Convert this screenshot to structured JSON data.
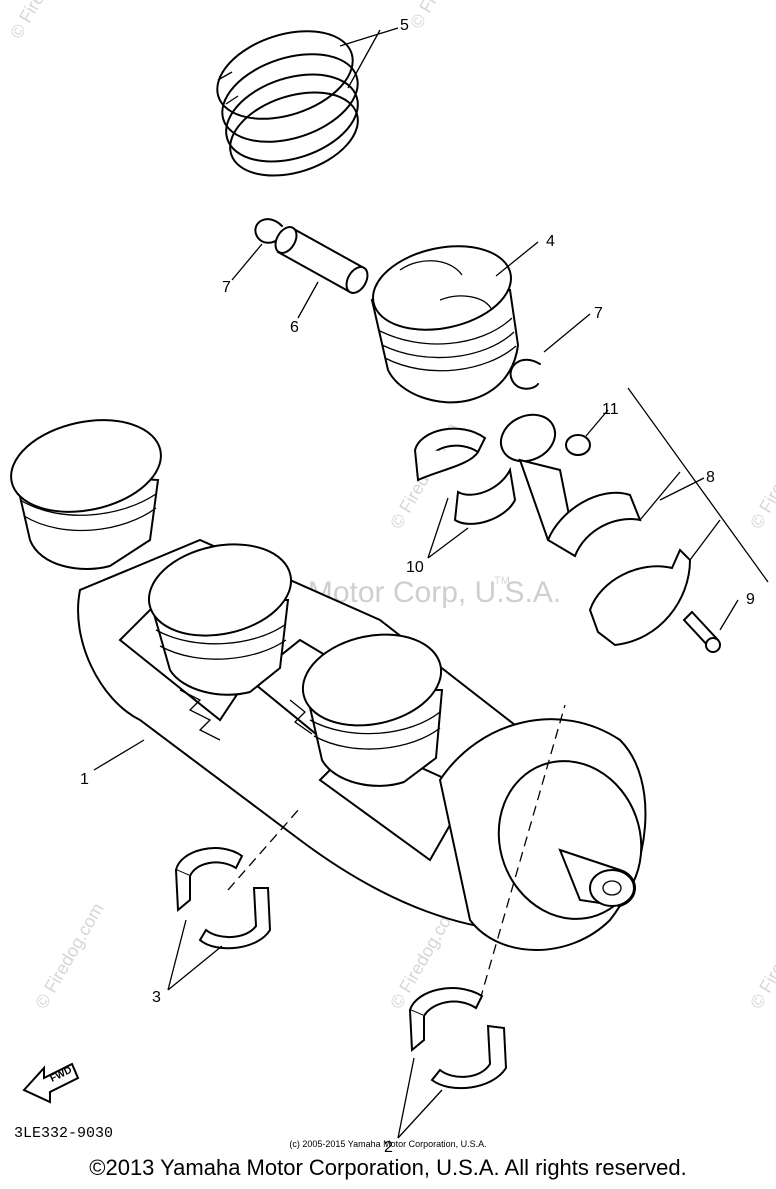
{
  "diagram": {
    "callouts": [
      "1",
      "2",
      "3",
      "4",
      "5",
      "6",
      "7",
      "7",
      "8",
      "9",
      "10",
      "11"
    ],
    "fwd_label": "FWD",
    "part_number": "3LE332-9030"
  },
  "watermark": {
    "site": "© Firedog.com",
    "center": "Yamaha Motor Corp, U.S.A.",
    "tm": "TM"
  },
  "footer": {
    "small_copyright": "(c) 2005-2015 Yamaha Motor Corporation, U.S.A.",
    "copyright": "©2013 Yamaha Motor Corporation, U.S.A. All rights reserved."
  }
}
